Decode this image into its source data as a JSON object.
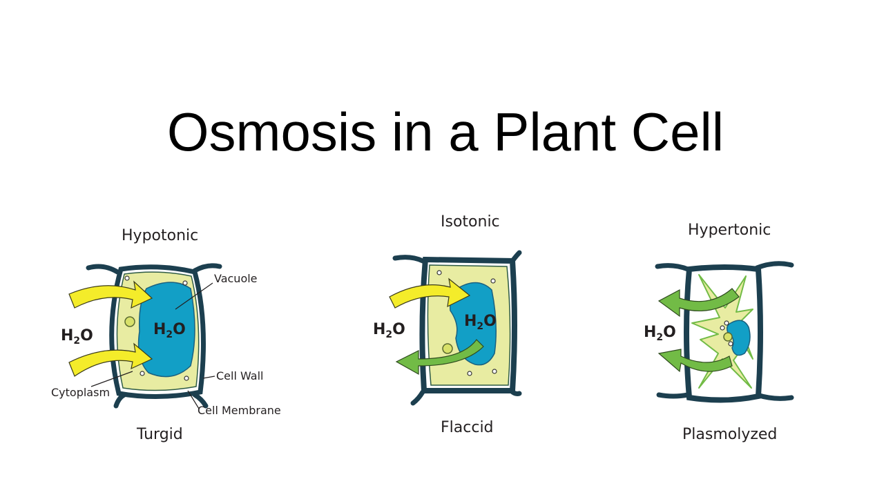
{
  "title": "Osmosis in a Plant Cell",
  "cells": [
    {
      "condition": "Hypotonic",
      "state": "Turgid",
      "outside_label": "H2O",
      "inside_label": "H2O"
    },
    {
      "condition": "Isotonic",
      "state": "Flaccid",
      "outside_label": "H2O",
      "inside_label": "H2O"
    },
    {
      "condition": "Hypertonic",
      "state": "Plasmolyzed",
      "outside_label": "H2O"
    }
  ],
  "parts": {
    "vacuole": "Vacuole",
    "cell_wall": "Cell Wall",
    "cytoplasm": "Cytoplasm",
    "cell_membrane": "Cell Membrane"
  },
  "colors": {
    "wall": "#1c3f4f",
    "cytoplasm": "#e8eca2",
    "vacuole": "#129fc6",
    "arrow_in": "#f4ec2a",
    "arrow_out": "#72bb46"
  }
}
